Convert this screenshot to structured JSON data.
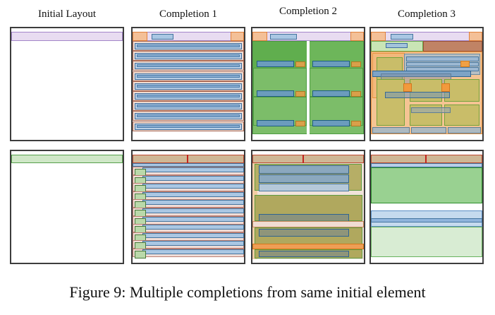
{
  "caption": "Figure 9: Multiple completions from same initial element",
  "columns": [
    "Initial Layout",
    "Completion 1",
    "Completion 2",
    "Completion 3"
  ],
  "palette": {
    "header_lavender": "#e8dcf1",
    "lavender_border": "#a285c9",
    "orange_block": "#f4c097",
    "orange_border": "#e0813c",
    "blue_bar": "#aac7e3",
    "blue_border": "#44759f",
    "green_card": "#7cbd69",
    "green_border": "#4e9c42",
    "olive_block": "#c9bd69",
    "olive_border": "#74a33c",
    "tan_header": "#cfb795",
    "red_border": "#bf4a33",
    "red_tick": "#c2251f",
    "pink_row": "#f0ddd7",
    "pink_border": "#bc7f72",
    "panel_border": "#3d3d3d"
  },
  "panels": [
    {
      "id": "t1",
      "name": "panel-initial-layout-top",
      "rects": [
        [
          0,
          5,
          158,
          13,
          "#e8dcf1",
          "#a285c9"
        ]
      ]
    },
    {
      "id": "t2",
      "name": "panel-completion-1-top",
      "rects": [
        [
          0,
          5,
          158,
          13,
          "#e8dcf1",
          "#a285c9"
        ],
        [
          0,
          5,
          21,
          13,
          "#f4c097",
          "#e0813c"
        ],
        [
          139,
          5,
          19,
          13,
          "#f4c097",
          "#e0813c"
        ],
        [
          27,
          8,
          31,
          8,
          "#aac7e3",
          "#44759f"
        ],
        [
          0,
          18,
          158,
          14,
          "#f1ded3",
          "#ab6b57"
        ],
        [
          3,
          21,
          152,
          9,
          "#bad0e6",
          "#3f6d9e"
        ],
        [
          6,
          23,
          146,
          4,
          "#87abd0",
          "#4d7dab"
        ],
        [
          0,
          32,
          158,
          14,
          "#f1ded3",
          "#ab6b57"
        ],
        [
          3,
          35,
          152,
          9,
          "#bad0e6",
          "#3f6d9e"
        ],
        [
          6,
          37,
          146,
          4,
          "#87abd0",
          "#4d7dab"
        ],
        [
          0,
          46,
          158,
          14,
          "#f1ded3",
          "#ab6b57"
        ],
        [
          3,
          49,
          152,
          9,
          "#bad0e6",
          "#3f6d9e"
        ],
        [
          6,
          51,
          146,
          4,
          "#87abd0",
          "#4d7dab"
        ],
        [
          0,
          61,
          158,
          14,
          "#f1ded3",
          "#ab6b57"
        ],
        [
          3,
          64,
          152,
          9,
          "#bad0e6",
          "#3f6d9e"
        ],
        [
          6,
          66,
          146,
          4,
          "#87abd0",
          "#4d7dab"
        ],
        [
          0,
          75,
          158,
          14,
          "#f1ded3",
          "#ab6b57"
        ],
        [
          3,
          78,
          152,
          9,
          "#bad0e6",
          "#3f6d9e"
        ],
        [
          6,
          80,
          146,
          4,
          "#87abd0",
          "#4d7dab"
        ],
        [
          0,
          89,
          158,
          14,
          "#f1ded3",
          "#ab6b57"
        ],
        [
          3,
          92,
          152,
          9,
          "#bad0e6",
          "#3f6d9e"
        ],
        [
          6,
          94,
          146,
          4,
          "#87abd0",
          "#4d7dab"
        ],
        [
          0,
          103,
          158,
          14,
          "#f1ded3",
          "#ab6b57"
        ],
        [
          3,
          106,
          152,
          9,
          "#bad0e6",
          "#3f6d9e"
        ],
        [
          6,
          108,
          146,
          4,
          "#87abd0",
          "#4d7dab"
        ],
        [
          0,
          117,
          158,
          14,
          "#f1ded3",
          "#ab6b57"
        ],
        [
          3,
          120,
          152,
          9,
          "#bad0e6",
          "#3f6d9e"
        ],
        [
          6,
          122,
          146,
          4,
          "#87abd0",
          "#4d7dab"
        ],
        [
          0,
          132,
          158,
          14,
          "#f1ded3",
          "#ab6b57"
        ],
        [
          3,
          135,
          152,
          9,
          "#bad0e6",
          "#3f6d9e"
        ],
        [
          6,
          137,
          146,
          4,
          "#87abd0",
          "#4d7dab"
        ]
      ]
    },
    {
      "id": "t3",
      "name": "panel-completion-2-top",
      "rects": [
        [
          0,
          5,
          158,
          13,
          "#e8dcf1",
          "#a285c9"
        ],
        [
          0,
          5,
          21,
          13,
          "#f4c097",
          "#e0813c"
        ],
        [
          139,
          5,
          19,
          13,
          "#f4c097",
          "#e0813c"
        ],
        [
          25,
          8,
          38,
          8,
          "#aac7e3",
          "#44759f"
        ],
        [
          0,
          18,
          158,
          132,
          "#7cbd69",
          "#4e9c42"
        ],
        [
          1,
          19,
          76,
          37,
          "#60ae4e",
          ""
        ],
        [
          81,
          19,
          76,
          37,
          "#6db65a",
          ""
        ],
        [
          1,
          56,
          76,
          41,
          "rgba(0,0,0,0)",
          "#4e9c42"
        ],
        [
          81,
          56,
          76,
          41,
          "rgba(0,0,0,0)",
          "#4e9c42"
        ],
        [
          1,
          97,
          76,
          41,
          "rgba(0,0,0,0)",
          "#4e9c42"
        ],
        [
          81,
          97,
          76,
          41,
          "rgba(0,0,0,0)",
          "#4e9c42"
        ],
        [
          77,
          18,
          4,
          132,
          "#ffffff",
          ""
        ],
        [
          6,
          46,
          53,
          9,
          "#6b9cbd",
          "#1f5e83"
        ],
        [
          61,
          47,
          14,
          8,
          "#d9a04a",
          "#b17a21"
        ],
        [
          85,
          46,
          53,
          9,
          "#6b9cbd",
          "#1f5e83"
        ],
        [
          140,
          47,
          14,
          8,
          "#d9a04a",
          "#b17a21"
        ],
        [
          6,
          88,
          53,
          9,
          "#6b9cbd",
          "#1f5e83"
        ],
        [
          61,
          89,
          14,
          8,
          "#d9a04a",
          "#b17a21"
        ],
        [
          85,
          88,
          53,
          9,
          "#6b9cbd",
          "#1f5e83"
        ],
        [
          140,
          89,
          14,
          8,
          "#d9a04a",
          "#b17a21"
        ],
        [
          6,
          130,
          53,
          9,
          "#6b9cbd",
          "#1f5e83"
        ],
        [
          61,
          131,
          14,
          8,
          "#d9a04a",
          "#b17a21"
        ],
        [
          85,
          130,
          53,
          9,
          "#6b9cbd",
          "#1f5e83"
        ],
        [
          140,
          131,
          14,
          8,
          "#d9a04a",
          "#b17a21"
        ]
      ]
    },
    {
      "id": "t4",
      "name": "panel-completion-3-top",
      "rects": [
        [
          0,
          5,
          158,
          13,
          "#e8dcf1",
          "#a285c9"
        ],
        [
          0,
          5,
          21,
          13,
          "#f4c097",
          "#e0813c"
        ],
        [
          139,
          5,
          19,
          13,
          "#f4c097",
          "#e0813c"
        ],
        [
          28,
          8,
          32,
          8,
          "#aac7e3",
          "#44759f"
        ],
        [
          0,
          18,
          74,
          15,
          "#c9e5b5",
          "#6cab52"
        ],
        [
          21,
          21,
          31,
          7,
          "#a3c4da",
          "#3f6d9e"
        ],
        [
          74,
          18,
          84,
          15,
          "#c08365",
          "#9c5234"
        ],
        [
          0,
          33,
          158,
          117,
          "#f5c493",
          "#e8923f"
        ],
        [
          2,
          35,
          46,
          64,
          "#f2b87c",
          "#e8923f"
        ],
        [
          8,
          41,
          37,
          34,
          "#c9bd69",
          "#74a33c"
        ],
        [
          47,
          36,
          108,
          30,
          "#b7bfc3",
          "#6b8ba0"
        ],
        [
          50,
          40,
          103,
          7,
          "#9db8d2",
          "#49789f"
        ],
        [
          50,
          48,
          103,
          6,
          "#9db8d2",
          "#49789f"
        ],
        [
          50,
          55,
          103,
          6,
          "#9db8d2",
          "#49789f"
        ],
        [
          127,
          46,
          13,
          9,
          "#f0a045",
          "#d07c20"
        ],
        [
          2,
          60,
          140,
          9,
          "#7da3c6",
          "#2f6491"
        ],
        [
          14,
          64,
          100,
          20,
          "rgba(130,145,165,0.45)",
          "#61809c"
        ],
        [
          8,
          72,
          40,
          66,
          "#c9bd69",
          "#74a33c"
        ],
        [
          55,
          72,
          46,
          32,
          "#c9bd69",
          "#74a33c"
        ],
        [
          104,
          72,
          50,
          32,
          "#c9bd69",
          "#74a33c"
        ],
        [
          46,
          78,
          12,
          12,
          "#f29a3d",
          "#d5761a"
        ],
        [
          100,
          78,
          12,
          12,
          "#f29a3d",
          "#d5761a"
        ],
        [
          20,
          90,
          92,
          9,
          "rgba(120,150,180,0.6)",
          "#3a6b94"
        ],
        [
          55,
          108,
          46,
          30,
          "#c9bd69",
          "#74a33c"
        ],
        [
          104,
          108,
          50,
          30,
          "#c9bd69",
          "#74a33c"
        ],
        [
          57,
          112,
          56,
          8,
          "rgba(150,165,180,0.6)",
          "#5f7e96"
        ],
        [
          2,
          140,
          53,
          9,
          "#adb9c0",
          "#5f7e96"
        ],
        [
          57,
          140,
          50,
          9,
          "#adb9c0",
          "#5f7e96"
        ],
        [
          109,
          140,
          47,
          9,
          "#adb9c0",
          "#5f7e96"
        ]
      ]
    },
    {
      "id": "b1",
      "name": "panel-initial-layout-bottom",
      "rects": [
        [
          0,
          5,
          158,
          12,
          "#cfe7c7",
          "#56a04c"
        ]
      ]
    },
    {
      "id": "b2",
      "name": "panel-completion-1-bottom",
      "rects": [
        [
          0,
          5,
          158,
          12,
          "#cfb795",
          "#bf4a33"
        ],
        [
          77,
          5,
          2,
          12,
          "#c2251f",
          ""
        ],
        [
          0,
          17,
          158,
          5,
          "#aac7e3",
          "#44759f"
        ],
        [
          0,
          22,
          158,
          12,
          "#f0ddd7",
          "#bc7f72"
        ],
        [
          14,
          23,
          144,
          7,
          "#aac7e3",
          "#44759f"
        ],
        [
          3,
          25,
          16,
          11,
          "#bad9aa",
          "#47793a"
        ],
        [
          0,
          34,
          158,
          12,
          "#f0ddd7",
          "#bc7f72"
        ],
        [
          14,
          35,
          144,
          7,
          "#aac7e3",
          "#44759f"
        ],
        [
          3,
          37,
          16,
          11,
          "#bad9aa",
          "#47793a"
        ],
        [
          0,
          45,
          158,
          12,
          "#f0ddd7",
          "#bc7f72"
        ],
        [
          14,
          46,
          144,
          7,
          "#aac7e3",
          "#44759f"
        ],
        [
          3,
          48,
          16,
          11,
          "#bad9aa",
          "#47793a"
        ],
        [
          0,
          57,
          158,
          12,
          "#f0ddd7",
          "#bc7f72"
        ],
        [
          14,
          58,
          144,
          7,
          "#aac7e3",
          "#44759f"
        ],
        [
          3,
          60,
          16,
          11,
          "#bad9aa",
          "#47793a"
        ],
        [
          0,
          68,
          158,
          12,
          "#f0ddd7",
          "#bc7f72"
        ],
        [
          14,
          69,
          144,
          7,
          "#aac7e3",
          "#44759f"
        ],
        [
          3,
          71,
          16,
          11,
          "#bad9aa",
          "#47793a"
        ],
        [
          0,
          80,
          158,
          12,
          "#f0ddd7",
          "#bc7f72"
        ],
        [
          14,
          81,
          144,
          7,
          "#aac7e3",
          "#44759f"
        ],
        [
          3,
          83,
          16,
          11,
          "#bad9aa",
          "#47793a"
        ],
        [
          0,
          92,
          158,
          12,
          "#f0ddd7",
          "#bc7f72"
        ],
        [
          14,
          93,
          144,
          7,
          "#aac7e3",
          "#44759f"
        ],
        [
          3,
          95,
          16,
          11,
          "#bad9aa",
          "#47793a"
        ],
        [
          0,
          103,
          158,
          12,
          "#f0ddd7",
          "#bc7f72"
        ],
        [
          14,
          104,
          144,
          7,
          "#aac7e3",
          "#44759f"
        ],
        [
          3,
          106,
          16,
          11,
          "#bad9aa",
          "#47793a"
        ],
        [
          0,
          115,
          158,
          12,
          "#f0ddd7",
          "#bc7f72"
        ],
        [
          14,
          116,
          144,
          7,
          "#aac7e3",
          "#44759f"
        ],
        [
          3,
          118,
          16,
          11,
          "#bad9aa",
          "#47793a"
        ],
        [
          0,
          126,
          158,
          12,
          "#f0ddd7",
          "#bc7f72"
        ],
        [
          14,
          127,
          144,
          7,
          "#aac7e3",
          "#44759f"
        ],
        [
          3,
          129,
          16,
          11,
          "#bad9aa",
          "#47793a"
        ],
        [
          0,
          138,
          158,
          12,
          "#f0ddd7",
          "#bc7f72"
        ],
        [
          14,
          139,
          144,
          7,
          "#aac7e3",
          "#44759f"
        ],
        [
          3,
          141,
          16,
          11,
          "#bad9aa",
          "#47793a"
        ]
      ]
    },
    {
      "id": "b3",
      "name": "panel-completion-2-bottom",
      "rects": [
        [
          0,
          5,
          158,
          12,
          "#cfb795",
          "#bf4a33"
        ],
        [
          71,
          5,
          2,
          12,
          "#c2251f",
          ""
        ],
        [
          0,
          17,
          158,
          136,
          "#f0e2da",
          ""
        ],
        [
          0,
          17,
          7,
          136,
          "#f4cda4",
          ""
        ],
        [
          3,
          18,
          152,
          38,
          "#b6ae66",
          "#5d9b3f"
        ],
        [
          9,
          20,
          128,
          12,
          "#8ba8be",
          "#2f6491"
        ],
        [
          9,
          33,
          128,
          12,
          "#8ba8be",
          "#2f6491"
        ],
        [
          9,
          46,
          128,
          11,
          "#b5c8d9",
          "#4a7ba3"
        ],
        [
          3,
          62,
          153,
          37,
          "#b0a85e",
          "#5d9b3f"
        ],
        [
          9,
          89,
          128,
          12,
          "rgba(110,130,150,0.55)",
          "#2f6491"
        ],
        [
          0,
          99,
          158,
          9,
          "#f0dcd2",
          "#cc8a5e"
        ],
        [
          3,
          108,
          153,
          25,
          "#b0a85e",
          "#5d9b3f"
        ],
        [
          9,
          110,
          128,
          11,
          "rgba(110,130,150,0.5)",
          "#2f6491"
        ],
        [
          0,
          131,
          158,
          8,
          "#ee9e55",
          "#d5761a"
        ],
        [
          3,
          139,
          153,
          13,
          "#b0a85e",
          "#5d9b3f"
        ],
        [
          9,
          141,
          128,
          9,
          "rgba(110,130,150,0.5)",
          "#2f6491"
        ]
      ]
    },
    {
      "id": "b4",
      "name": "panel-completion-3-bottom",
      "rects": [
        [
          0,
          5,
          158,
          12,
          "#cfb795",
          "#bf4a33"
        ],
        [
          77,
          5,
          2,
          12,
          "#c2251f",
          ""
        ],
        [
          0,
          17,
          158,
          6,
          "#b8cfe8",
          "#44759f"
        ],
        [
          0,
          23,
          158,
          51,
          "#99d191",
          "#2e8f2e"
        ],
        [
          0,
          84,
          158,
          23,
          "#c5daee",
          "#5b8ec4"
        ],
        [
          0,
          95,
          158,
          6,
          "#8fb4dc",
          "#44759f"
        ],
        [
          0,
          107,
          158,
          43,
          "#d8ecd3",
          "#68b25e"
        ]
      ]
    }
  ]
}
